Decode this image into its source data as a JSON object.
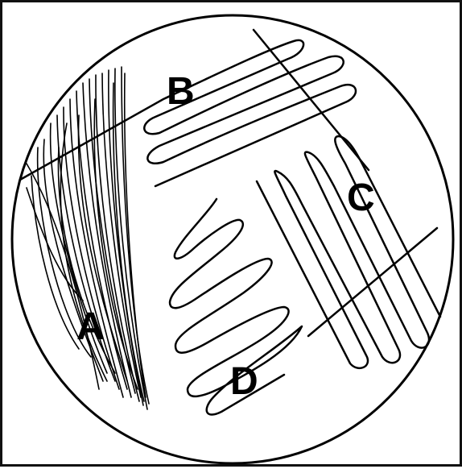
{
  "figure": {
    "sections": [
      {
        "id": "A",
        "label": "A"
      },
      {
        "id": "B",
        "label": "B"
      },
      {
        "id": "C",
        "label": "C"
      },
      {
        "id": "D",
        "label": "D"
      }
    ]
  },
  "colors": {
    "ink": "#000000",
    "background": "#ffffff"
  }
}
